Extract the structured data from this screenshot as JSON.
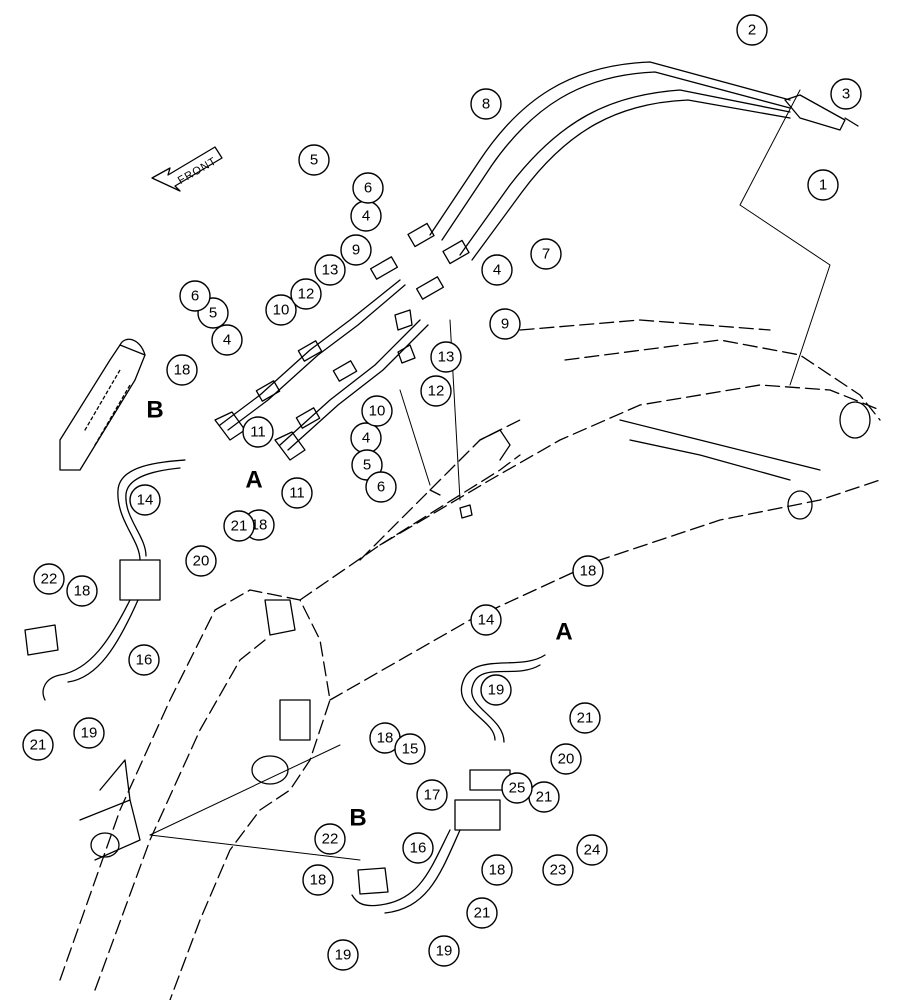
{
  "front_label": "FRONT",
  "detail_letters": {
    "a1": "A",
    "b1": "B",
    "a2": "A",
    "b2": "B"
  },
  "callouts": [
    {
      "n": "1"
    },
    {
      "n": "2"
    },
    {
      "n": "3"
    },
    {
      "n": "4"
    },
    {
      "n": "4"
    },
    {
      "n": "4"
    },
    {
      "n": "4"
    },
    {
      "n": "5"
    },
    {
      "n": "5"
    },
    {
      "n": "5"
    },
    {
      "n": "6"
    },
    {
      "n": "6"
    },
    {
      "n": "6"
    },
    {
      "n": "7"
    },
    {
      "n": "8"
    },
    {
      "n": "9"
    },
    {
      "n": "9"
    },
    {
      "n": "10"
    },
    {
      "n": "10"
    },
    {
      "n": "11"
    },
    {
      "n": "11"
    },
    {
      "n": "12"
    },
    {
      "n": "12"
    },
    {
      "n": "13"
    },
    {
      "n": "13"
    },
    {
      "n": "18"
    },
    {
      "n": "18"
    },
    {
      "n": "18"
    },
    {
      "n": "18"
    },
    {
      "n": "18"
    },
    {
      "n": "18"
    },
    {
      "n": "18"
    },
    {
      "n": "14"
    },
    {
      "n": "14"
    },
    {
      "n": "16"
    },
    {
      "n": "16"
    },
    {
      "n": "19"
    },
    {
      "n": "19"
    },
    {
      "n": "19"
    },
    {
      "n": "19"
    },
    {
      "n": "20"
    },
    {
      "n": "20"
    },
    {
      "n": "21"
    },
    {
      "n": "21"
    },
    {
      "n": "21"
    },
    {
      "n": "21"
    },
    {
      "n": "21"
    },
    {
      "n": "22"
    },
    {
      "n": "22"
    },
    {
      "n": "15"
    },
    {
      "n": "17"
    },
    {
      "n": "23"
    },
    {
      "n": "24"
    },
    {
      "n": "25"
    }
  ]
}
